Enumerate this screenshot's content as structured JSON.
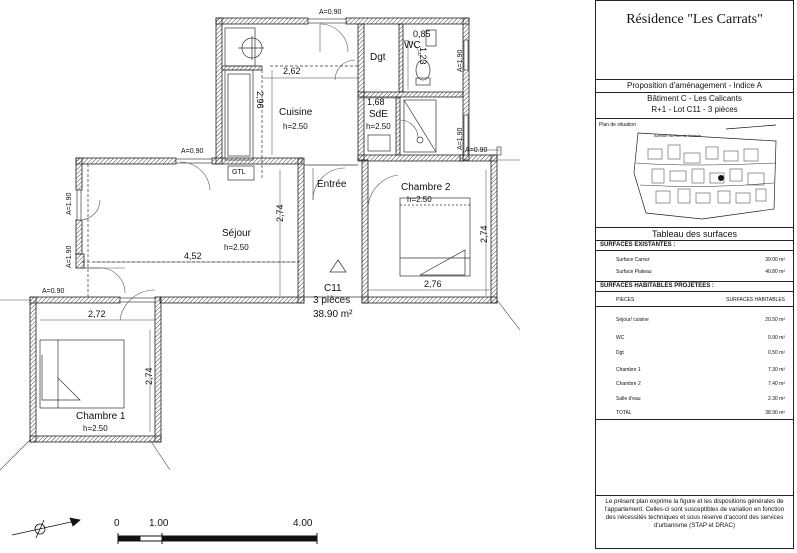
{
  "plan": {
    "rooms": {
      "cuisine": {
        "name": "Cuisine",
        "height": "h=2.50"
      },
      "dgt": {
        "name": "Dgt"
      },
      "wc": {
        "name": "WC"
      },
      "sde": {
        "name": "SdE",
        "height": "h=2.50"
      },
      "sejour": {
        "name": "Séjour",
        "height": "h=2.50"
      },
      "entree": {
        "name": "Entrée"
      },
      "chambre2": {
        "name": "Chambre 2",
        "height": "h=2.50"
      },
      "chambre1": {
        "name": "Chambre 1",
        "height": "h=2.50"
      }
    },
    "gtl": "GTL",
    "lot": {
      "code": "C11",
      "pieces": "3 pièces",
      "area": "38.90 m²"
    },
    "dimensions": {
      "d_262": "2,62",
      "d_296": "2,96",
      "d_085": "0,85",
      "d_123": "1,23",
      "d_168": "1,68",
      "d_274_sejour": "2,74",
      "d_452": "4,52",
      "d_276": "2,76",
      "d_274_ch2": "2,74",
      "d_272": "2,72",
      "d_274_ch1": "2,74"
    },
    "windows": {
      "top": "A=0.90",
      "wc": "A=1.90",
      "sde": "A=1.90",
      "ch2": "A=0.90",
      "sejour_top": "A=0.90",
      "sejour_left1": "A=1.90",
      "sejour_left2": "A=1.90",
      "ch1": "A=0.90"
    },
    "scale": {
      "zero": "0",
      "one": "1.00",
      "four": "4.00"
    }
  },
  "cartouche": {
    "title": "Résidence \"Les Carrats\"",
    "proposition": "Proposition d'aménagement - Indice A",
    "batiment": "Bâtiment C - Les Calicants",
    "lot_line": "R+1 - Lot C11 - 3 pièces",
    "plan_situation": "Plan de situation",
    "avenue": "Avenue du Roc de l'entrée",
    "tableau_title": "Tableau des surfaces",
    "existantes_header": "SURFACES EXISTANTES :",
    "existantes": [
      {
        "label": "Surface Carrez",
        "value": "39.00 m²"
      },
      {
        "label": "Surface Plateau",
        "value": "40.80 m²"
      }
    ],
    "projetees_header": "SURFACES HABITABLES PROJETEES :",
    "col_pieces": "PIECES",
    "col_surfaces": "SURFACES HABITABLES",
    "rows": [
      {
        "label": "Séjour/ cuisine",
        "value": "20.50 m²"
      },
      {
        "label": "WC",
        "value": "0.90 m²"
      },
      {
        "label": "Dgt",
        "value": "0.50 m²"
      },
      {
        "label": "Chambre 1",
        "value": "7.30 m²"
      },
      {
        "label": "Chambre 2",
        "value": "7.40 m²"
      },
      {
        "label": "Salle d'eau",
        "value": "2.30 m²"
      },
      {
        "label": "TOTAL",
        "value": "38.90 m²"
      }
    ],
    "note": "Le présent plan exprime la figure et les dispositions générales de l'appartement. Celles-ci sont susceptibles de variation en fonction des nécessités techniques et sous réserve d'accord des services d'urbanisme (STAP et DRAC)"
  }
}
